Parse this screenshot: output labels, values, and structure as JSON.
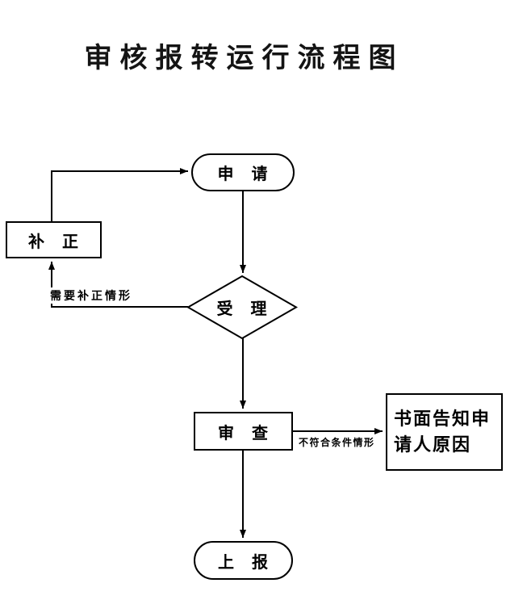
{
  "title": "审核报转运行流程图",
  "nodes": {
    "apply": {
      "label": "申　请",
      "shape": "stadium"
    },
    "correction": {
      "label": "补　正",
      "shape": "rectangle"
    },
    "accept": {
      "label": "受　理",
      "shape": "diamond"
    },
    "review": {
      "label": "审　查",
      "shape": "rectangle"
    },
    "notify": {
      "label": "书面告知申请人原因",
      "shape": "rectangle"
    },
    "report": {
      "label": "上　报",
      "shape": "stadium"
    }
  },
  "edge_labels": {
    "need_correction": "需要补正情形",
    "not_qualified": "不符合条件情形"
  },
  "edges": [
    {
      "from": "apply",
      "to": "accept"
    },
    {
      "from": "accept",
      "to": "correction",
      "label": "需要补正情形"
    },
    {
      "from": "correction",
      "to": "apply"
    },
    {
      "from": "accept",
      "to": "review"
    },
    {
      "from": "review",
      "to": "notify",
      "label": "不符合条件情形"
    },
    {
      "from": "review",
      "to": "report"
    }
  ],
  "colors": {
    "background": "#ffffff",
    "line": "#000000",
    "text": "#000000"
  }
}
